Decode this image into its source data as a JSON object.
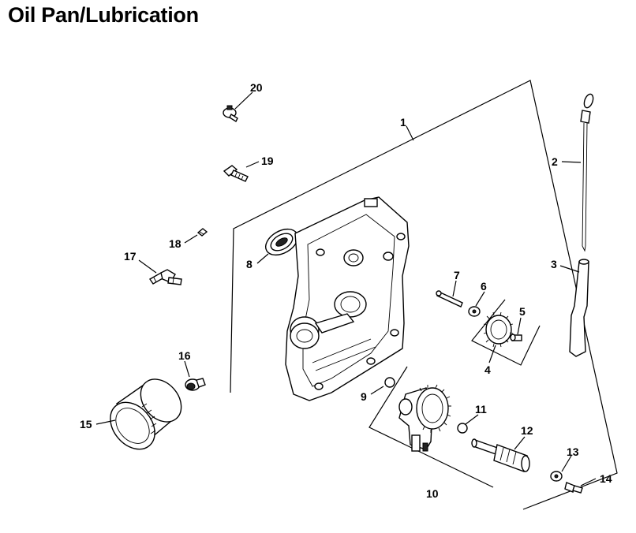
{
  "title": "Oil Pan/Lubrication",
  "callouts": {
    "c1": "1",
    "c2": "2",
    "c3": "3",
    "c4": "4",
    "c5": "5",
    "c6": "6",
    "c7": "7",
    "c8": "8",
    "c9": "9",
    "c10": "10",
    "c11": "11",
    "c12": "12",
    "c13": "13",
    "c14": "14",
    "c15": "15",
    "c16": "16",
    "c17": "17",
    "c18": "18",
    "c19": "19",
    "c20": "20"
  }
}
